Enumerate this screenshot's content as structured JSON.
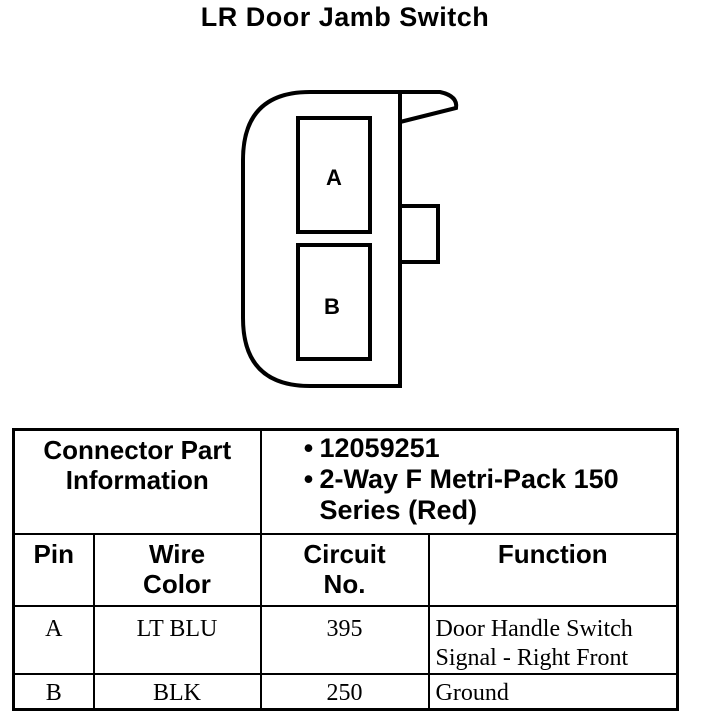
{
  "title": "LR Door Jamb Switch",
  "connector": {
    "pins": [
      "A",
      "B"
    ]
  },
  "table": {
    "part_info_label_line1": "Connector Part",
    "part_info_label_line2": "Information",
    "part_info_bullet": "•",
    "part_info_items": [
      "12059251",
      "2-Way F Metri-Pack 150",
      "Series (Red)"
    ],
    "headers": {
      "pin": "Pin",
      "wire_color_line1": "Wire",
      "wire_color_line2": "Color",
      "circuit_line1": "Circuit",
      "circuit_line2": "No.",
      "function": "Function"
    },
    "rows": [
      {
        "pin": "A",
        "wire_color": "LT BLU",
        "circuit": "395",
        "function_line1": "Door Handle Switch",
        "function_line2": "Signal - Right Front"
      },
      {
        "pin": "B",
        "wire_color": "BLK",
        "circuit": "250",
        "function_line1": "Ground",
        "function_line2": ""
      }
    ]
  }
}
